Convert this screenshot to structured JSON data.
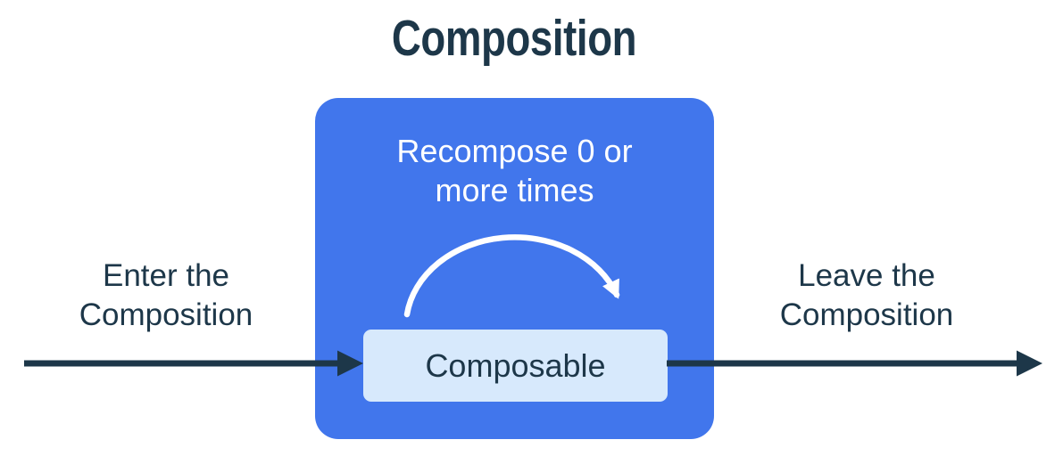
{
  "title": "Composition",
  "diagram": {
    "recompose_line1": "Recompose 0 or",
    "recompose_line2": "more times",
    "composable_label": "Composable",
    "enter_line1": "Enter the",
    "enter_line2": "Composition",
    "leave_line1": "Leave the",
    "leave_line2": "Composition"
  },
  "colors": {
    "box_blue": "#4176ec",
    "composable_bg": "#d7e9fc",
    "text_dark": "#1d3749",
    "text_light": "#ffffff",
    "canvas_bg": "#ffffff"
  }
}
